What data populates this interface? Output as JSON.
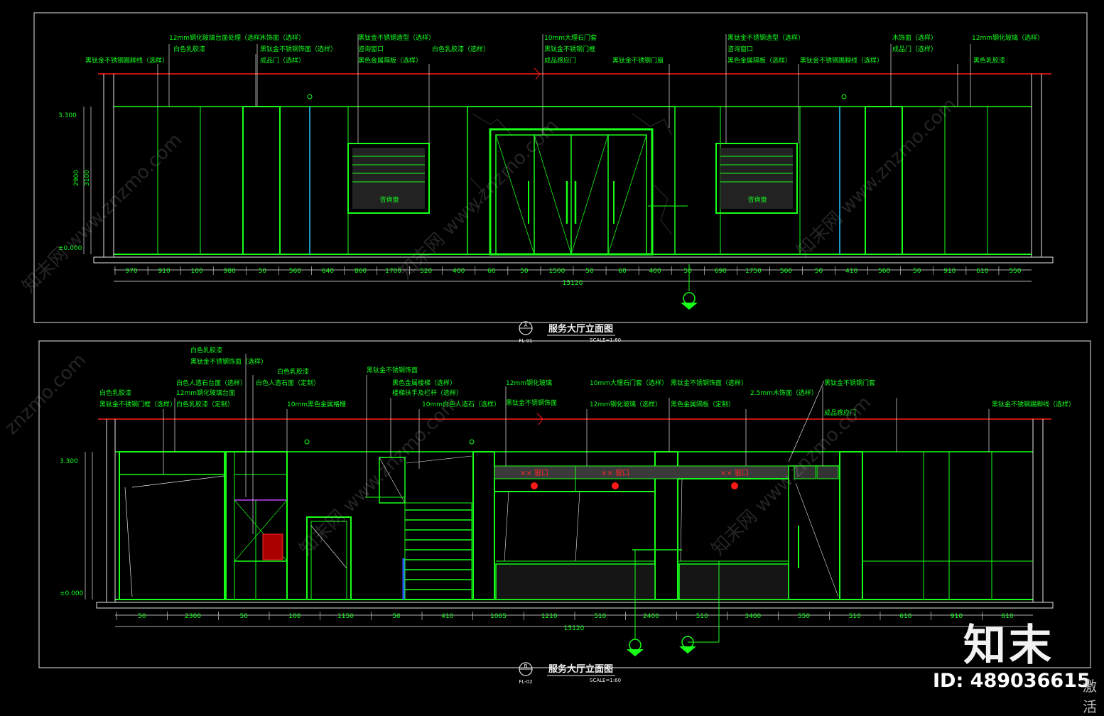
{
  "drawing_a": {
    "title": "服务大厅立面图",
    "marker_letter": "A",
    "marker_sheet": "FL-01",
    "scale": "SCALE=1:60",
    "total_dim": "15120",
    "level_top": "3.300",
    "level_floor": "±0.000",
    "left_dims": [
      "2900",
      "3100"
    ],
    "dims": [
      "970",
      "910",
      "100",
      "980",
      "50",
      "560",
      "640",
      "860",
      "1700",
      "520",
      "400",
      "60",
      "50",
      "1500",
      "50",
      "60",
      "400",
      "50",
      "690",
      "1750",
      "560",
      "50",
      "410",
      "560",
      "50",
      "910",
      "610",
      "550"
    ],
    "labels_left": [
      "黑钛金不锈钢踢脚线（选样）",
      "12mm钢化玻璃台面处理（选样）",
      "白色乳胶漆",
      "木饰面（选样）",
      "黑钛金不锈钢饰面（选样）",
      "成品门（选样）"
    ],
    "labels_mid": [
      "黑钛金不锈钢造型（选样）",
      "咨询窗口",
      "黑色金属隔板（选样）",
      "白色乳胶漆（选样）",
      "10mm大理石门套",
      "黑钛金不锈钢门框",
      "成品感应门",
      "黑钛金不锈钢门扇"
    ],
    "labels_right": [
      "黑钛金不锈钢造型（选样）",
      "咨询窗口",
      "黑色金属隔板（选样）",
      "黑钛金不锈钢踢脚线（选样）",
      "木饰面（选样）",
      "12mm钢化玻璃（选样）",
      "成品门（选样）",
      "黑色乳胶漆"
    ],
    "window_labels": [
      "咨询窗",
      "咨询窗"
    ]
  },
  "drawing_b": {
    "title": "服务大厅立面图",
    "marker_letter": "B",
    "marker_sheet": "FL-02",
    "scale": "SCALE=1:60",
    "total_dim": "15120",
    "level_top": "3.300",
    "level_floor": "±0.000",
    "dims": [
      "50",
      "2300",
      "50",
      "100",
      "1150",
      "50",
      "410",
      "1065",
      "1210",
      "510",
      "2400",
      "510",
      "3400",
      "550",
      "510",
      "610",
      "910",
      "610"
    ],
    "labels_left": [
      "白色乳胶漆",
      "黑钛金不锈钢门框（选样）",
      "白色乳胶漆",
      "黑钛金不锈钢饰面（选样）",
      "白色人造石台面（选样）",
      "12mm钢化玻璃台面",
      "白色乳胶漆（定制）",
      "白色人造石面（定制）"
    ],
    "labels_mid": [
      "白色乳胶漆",
      "10mm黑色金属格栅",
      "黑钛金不锈钢饰面",
      "黑色金属楼梯（选样）",
      "楼梯扶手及栏杆（选样）",
      "10mm白色人造石（选样）",
      "12mm钢化玻璃",
      "黑钛金不锈钢饰面"
    ],
    "labels_right": [
      "10mm大理石门套（选样）",
      "12mm钢化玻璃（选样）",
      "黑钛金不锈钢饰面（选样）",
      "黑色金属隔板（定制）",
      "2.5mm木饰面（选样）",
      "黑钛金不锈钢门套",
      "成品感应门",
      "黑钛金不锈钢踢脚线（选样）"
    ],
    "window_sign": "×× 窗口",
    "window_count": 3
  },
  "watermarks": [
    "知末网 www.znzmo.com",
    "知末网 www.znzmo.com",
    "知末网 www.znzmo.com",
    "znzmo.com",
    "知末网 www.znzmo.com",
    "知末网 www.znzmo.com"
  ],
  "brand": {
    "logo": "知末",
    "id_label": "ID: 489036615",
    "corner_text": "激活"
  },
  "colors": {
    "background": "#000000",
    "line_green": "#18ff18",
    "line_white": "#e6e6e6",
    "datum_red": "#ff1a1a",
    "glass_cyan": "#22c8ff"
  }
}
